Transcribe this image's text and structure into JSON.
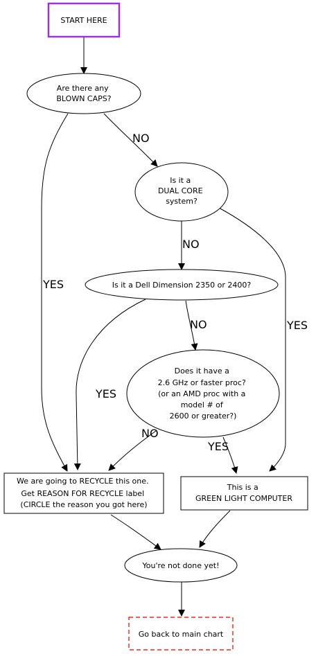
{
  "colors": {
    "start_border": "#9b30e0",
    "end_border": "#e00000",
    "line": "#000000"
  },
  "nodes": {
    "start": {
      "lines": [
        "START HERE"
      ]
    },
    "blown_caps": {
      "lines": [
        "Are there any",
        "BLOWN CAPS?"
      ]
    },
    "dual_core": {
      "lines": [
        "Is it a",
        "DUAL CORE",
        "system?"
      ]
    },
    "dell_dimension": {
      "lines": [
        "Is it a Dell Dimension 2350 or 2400?"
      ]
    },
    "fast_proc": {
      "lines": [
        "Does it have a",
        "2.6 GHz or faster proc?",
        "(or an AMD proc with a",
        "model # of",
        "2600 or greater?)"
      ]
    },
    "recycle": {
      "lines": [
        "We are going to RECYCLE this one.",
        "Get REASON FOR RECYCLE label",
        "(CIRCLE the reason you got here)"
      ]
    },
    "green_light": {
      "lines": [
        "This is a",
        "GREEN LIGHT COMPUTER"
      ]
    },
    "not_done": {
      "lines": [
        "You're not done yet!"
      ]
    },
    "main_chart": {
      "lines": [
        "Go back to main chart"
      ]
    }
  },
  "edge_labels": {
    "blown_caps_no": "NO",
    "blown_caps_yes": "YES",
    "dual_core_no": "NO",
    "dual_core_yes": "YES",
    "dell_no": "NO",
    "dell_yes": "YES",
    "fast_proc_no": "NO",
    "fast_proc_yes": "YES"
  }
}
